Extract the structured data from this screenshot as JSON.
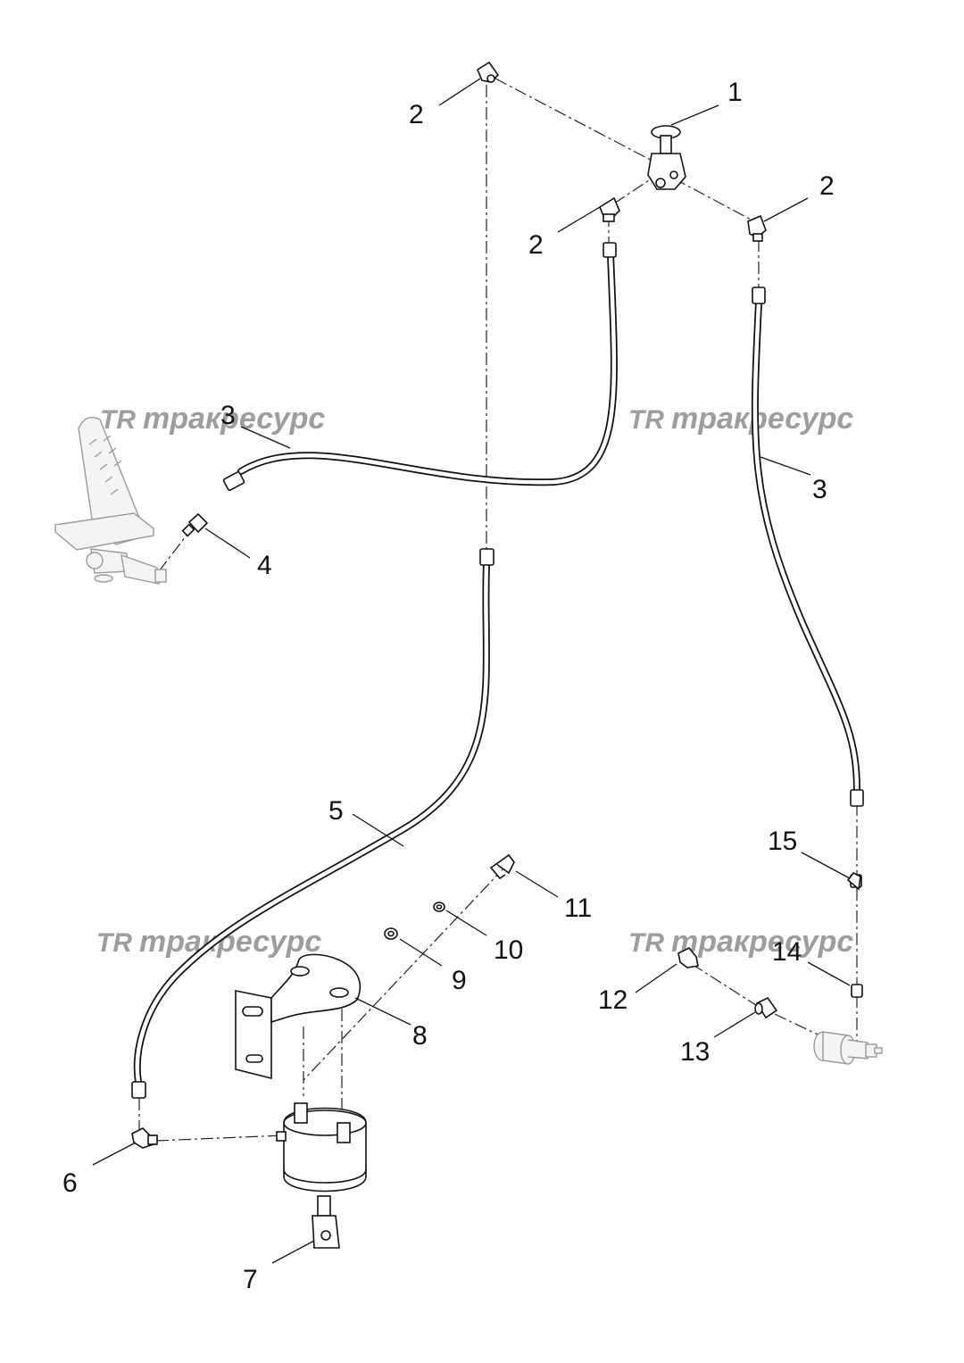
{
  "watermark": {
    "logo": "TR",
    "text": "тракресурс"
  },
  "callouts": {
    "p1": "1",
    "p2a": "2",
    "p2b": "2",
    "p2c": "2",
    "p3a": "3",
    "p3b": "3",
    "p4": "4",
    "p5": "5",
    "p6": "6",
    "p7": "7",
    "p8": "8",
    "p9": "9",
    "p10": "10",
    "p11": "11",
    "p12": "12",
    "p13": "13",
    "p14": "14",
    "p15": "15"
  }
}
